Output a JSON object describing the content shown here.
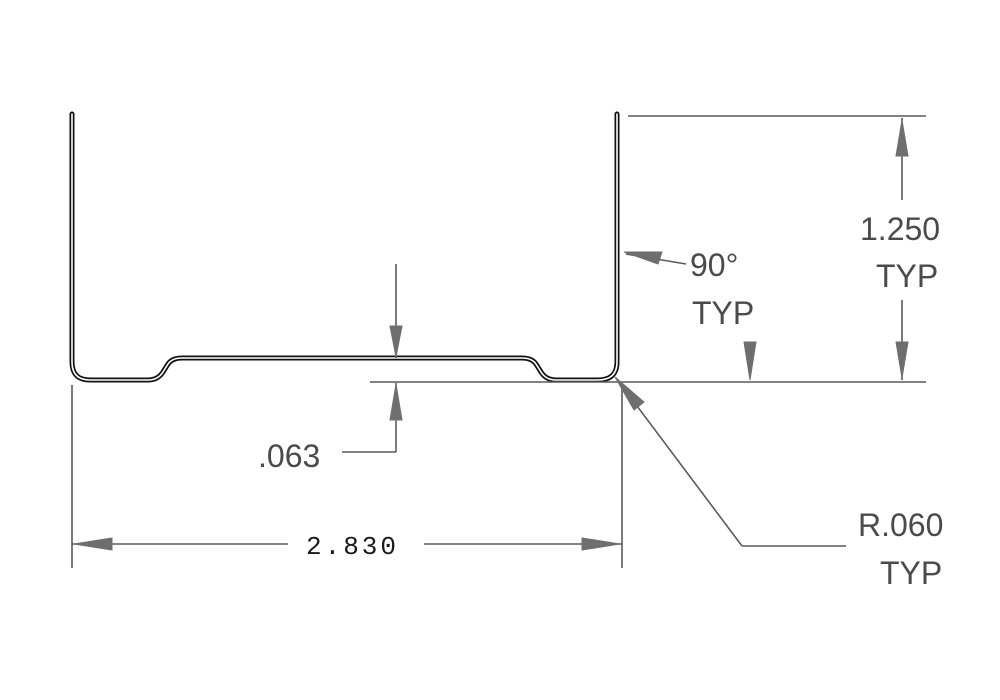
{
  "drawing": {
    "dimensions": {
      "width": {
        "value": "2.830"
      },
      "height": {
        "value": "1.250",
        "note": "TYP"
      },
      "thickness": {
        "value": ".063"
      },
      "angle": {
        "value": "90°",
        "note": "TYP"
      },
      "radius": {
        "value": "R.060",
        "note": "TYP"
      }
    }
  }
}
